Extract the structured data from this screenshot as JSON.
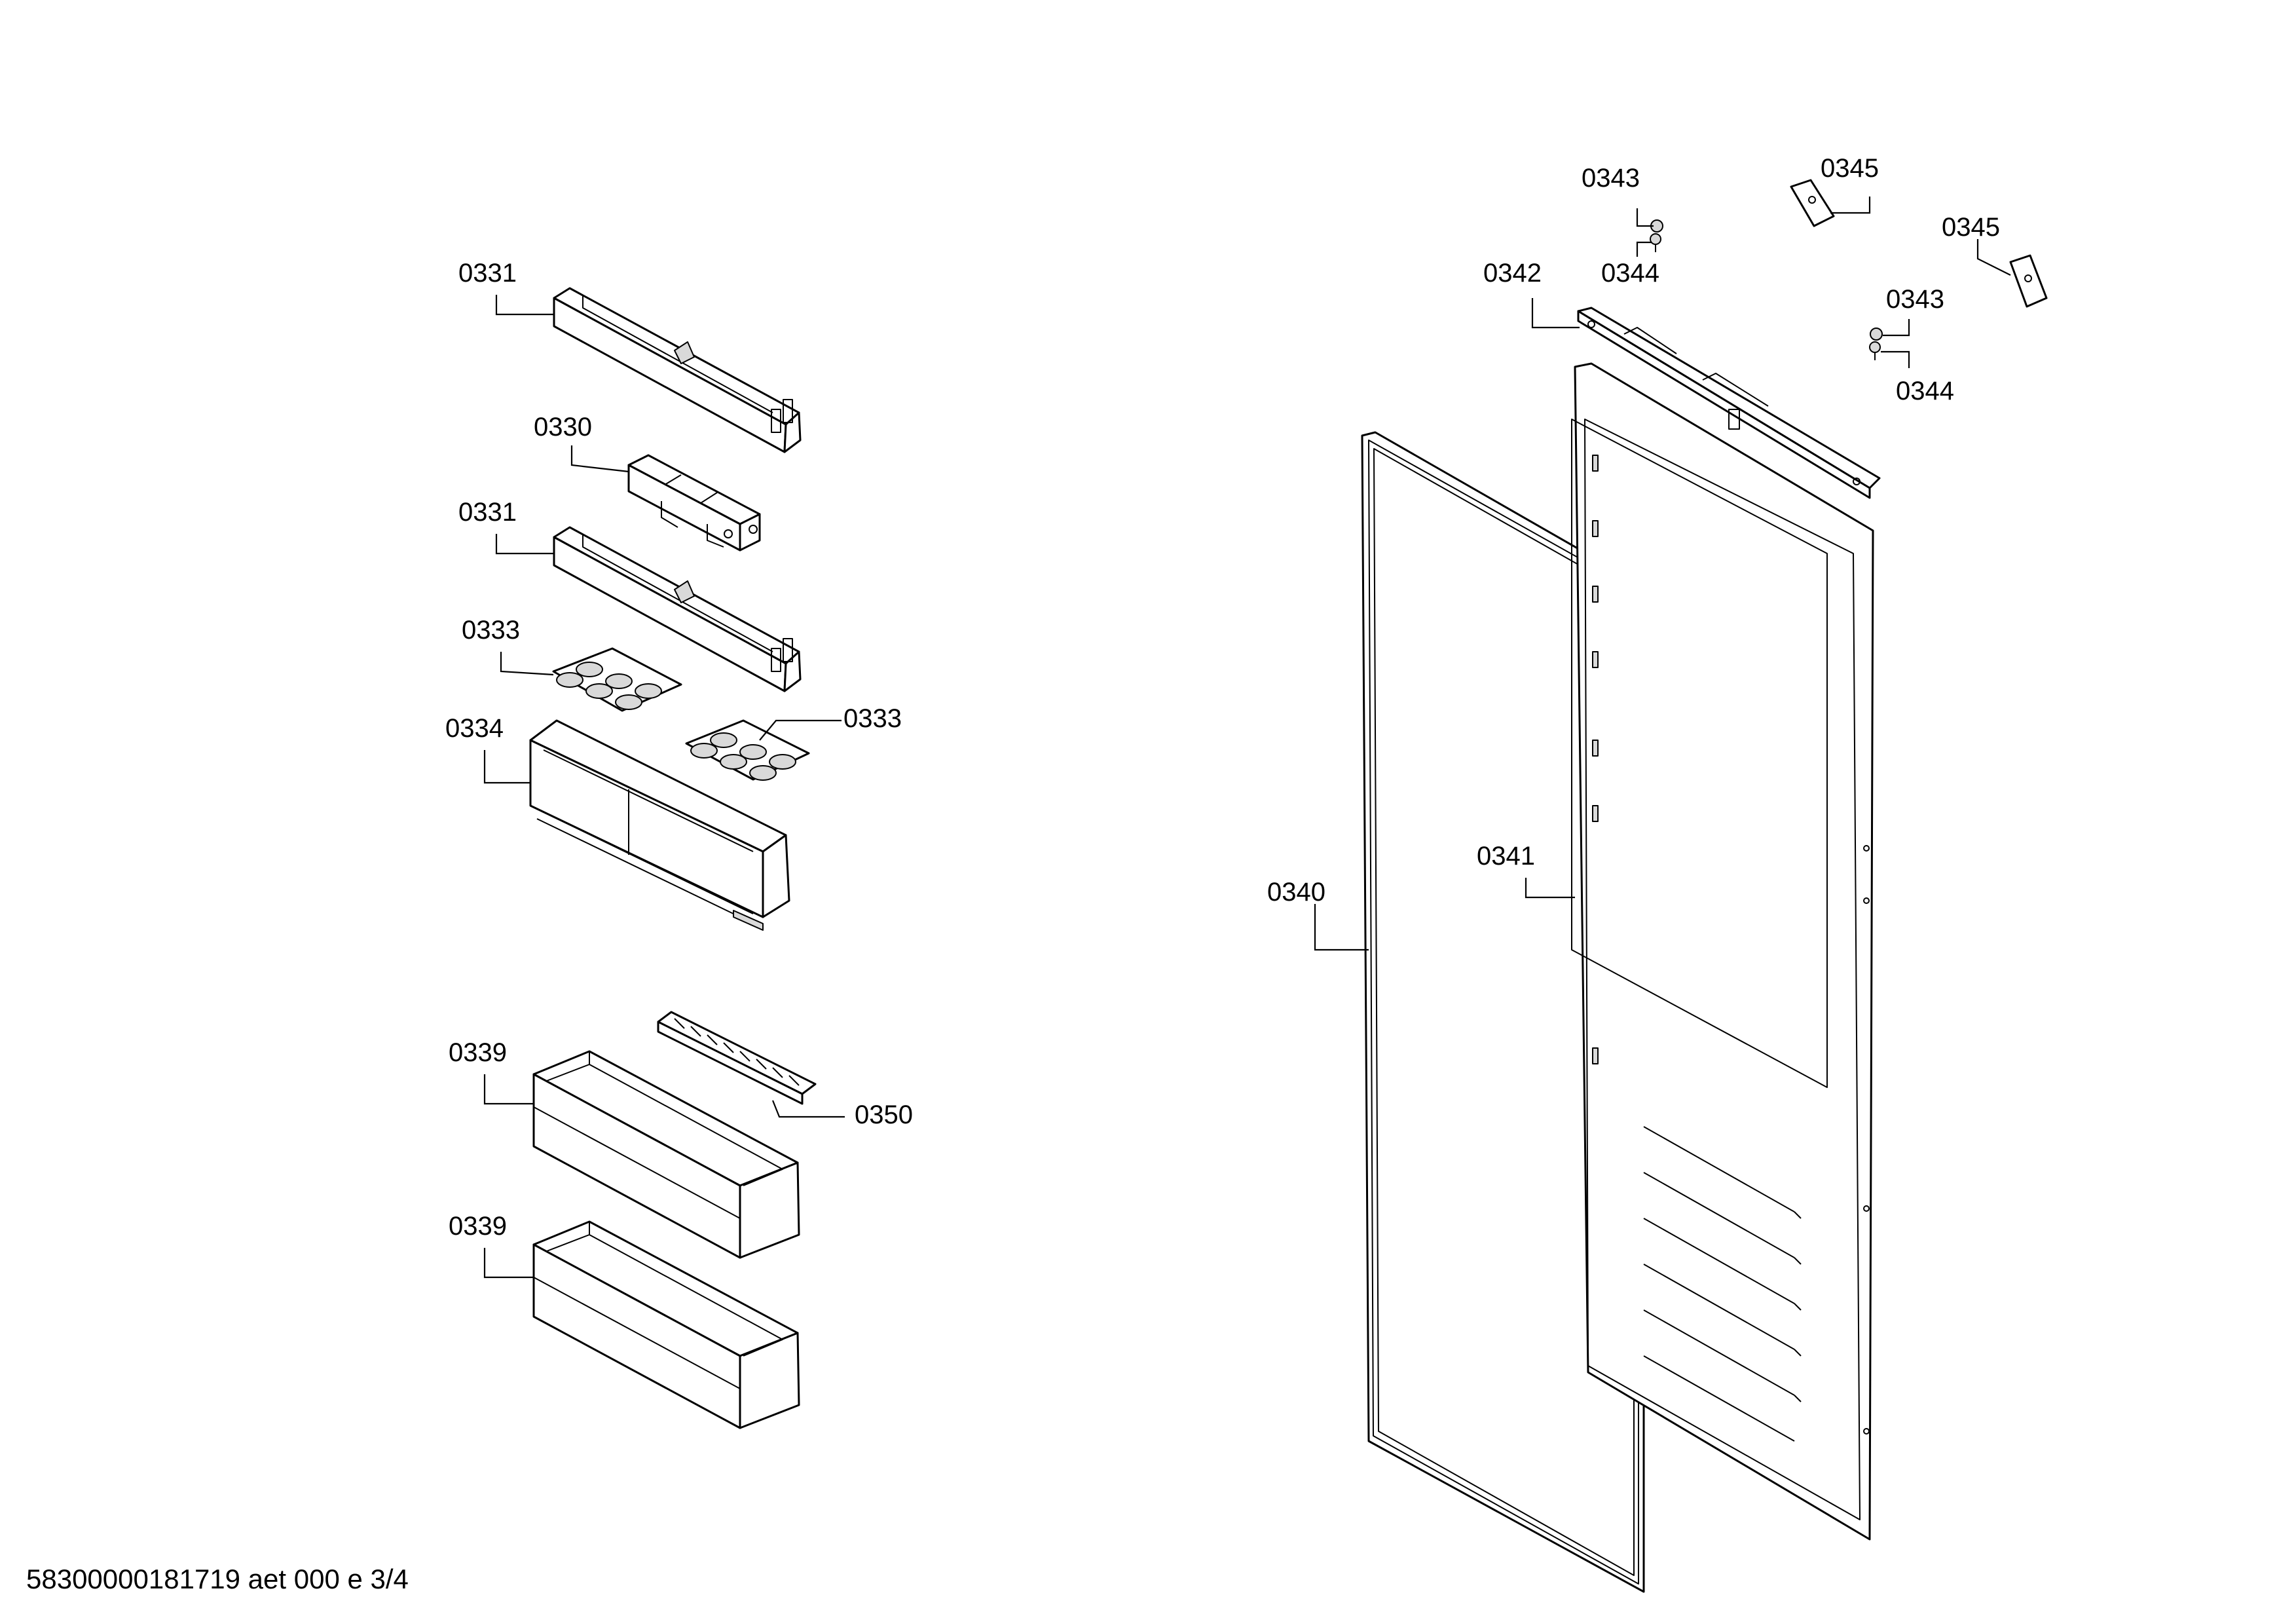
{
  "callouts": {
    "c0331_top": "0331",
    "c0330": "0330",
    "c0331_mid": "0331",
    "c0333_left": "0333",
    "c0333_right": "0333",
    "c0334": "0334",
    "c0339_top": "0339",
    "c0339_bottom": "0339",
    "c0350": "0350",
    "c0340": "0340",
    "c0341": "0341",
    "c0342": "0342",
    "c0343_top": "0343",
    "c0344_top": "0344",
    "c0345_left": "0345",
    "c0345_right": "0345",
    "c0343_right": "0343",
    "c0344_right": "0344"
  },
  "footer": {
    "document_code": "58300000181719 aet 000 e 3/4"
  }
}
